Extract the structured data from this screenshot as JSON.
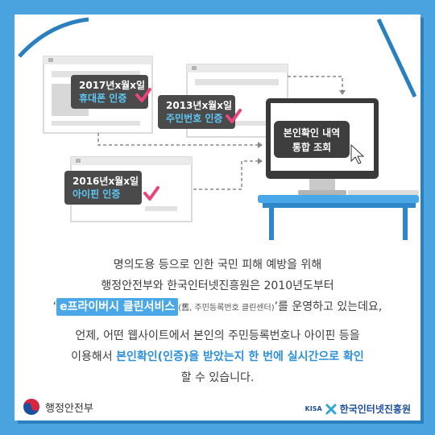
{
  "illustration": {
    "window1_label_date": "2017년x월x일",
    "window1_label_type": "휴대폰 인증",
    "window2_label_date": "2013년x월x일",
    "window2_label_type": "주민번호 인증",
    "window3_label_date": "2016년x월x일",
    "window3_label_type": "아이핀 인증",
    "monitor_line1": "본인확인 내역",
    "monitor_line2": "통합 조회"
  },
  "body_text": {
    "line1": "명의도용 등으로 인한 국민 피해 예방을 위해",
    "line2": "행정안전부와 한국인터넷진흥원은 2010년도부터",
    "line3_quote_open": "‘",
    "line3_highlight": "e프라이버시 클린서비스",
    "line3_small": "(舊, 주민등록번호 클린센터)",
    "line3_rest": "’를 운영하고 있는데요,",
    "line4": "언제, 어떤 웹사이트에서 본인의 주민등록번호나 아이핀 등을",
    "line5_prefix": "이용해서 ",
    "line5_highlight": "본인확인(인증)을 받았는지 한 번에 실시간으로 확인",
    "line6": "할 수 있습니다."
  },
  "footer": {
    "ministry": "행정안전부",
    "kisa_abbr": "KISA",
    "agency": "한국인터넷진흥원"
  },
  "colors": {
    "frame_blue": "#4aa3df",
    "label_bg": "#4a4a4a",
    "label_accent": "#5ec8f5",
    "check_pink": "#e8457a",
    "highlight_blue": "#4aa8e8"
  }
}
